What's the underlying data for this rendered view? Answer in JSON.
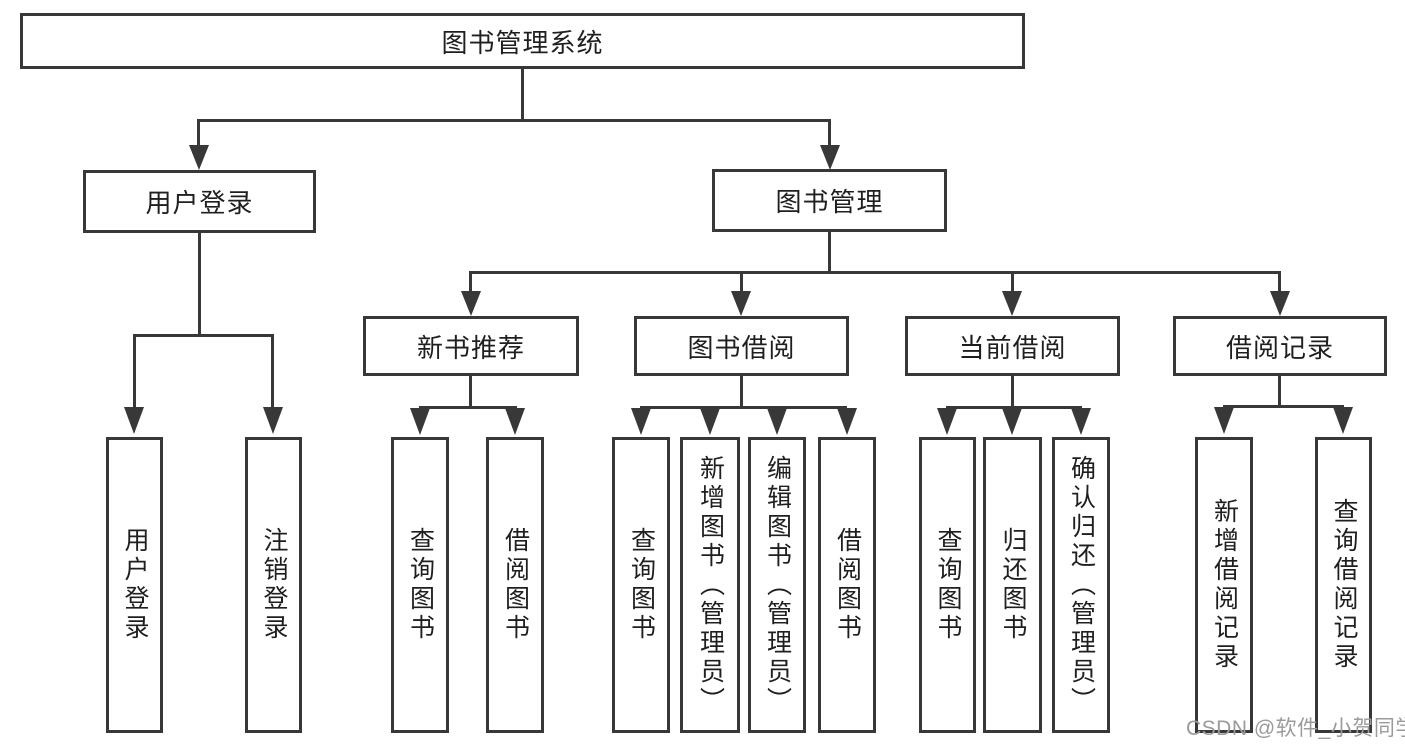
{
  "diagram": {
    "root": "图书管理系统",
    "level2": {
      "user_login": "用户登录",
      "book_management": "图书管理"
    },
    "level3": {
      "new_book_recommend": "新书推荐",
      "book_borrow": "图书借阅",
      "current_borrow": "当前借阅",
      "borrow_records": "借阅记录"
    },
    "leaves": {
      "user_login_children": [
        "用户登录",
        "注销登录"
      ],
      "new_book_recommend_children": [
        "查询图书",
        "借阅图书"
      ],
      "book_borrow_children": [
        "查询图书",
        "新增图书（管理员）",
        "编辑图书（管理员）",
        "借阅图书"
      ],
      "current_borrow_children": [
        "查询图书",
        "归还图书",
        "确认归还（管理员）"
      ],
      "borrow_records_children": [
        "新增借阅记录",
        "查询借阅记录"
      ]
    }
  },
  "watermark": {
    "text": "CSDN @软件_小贺同学"
  },
  "colors": {
    "line": "#383838",
    "text": "#1f1f1f",
    "watermark": "#9b9b9b",
    "background": "#ffffff"
  }
}
